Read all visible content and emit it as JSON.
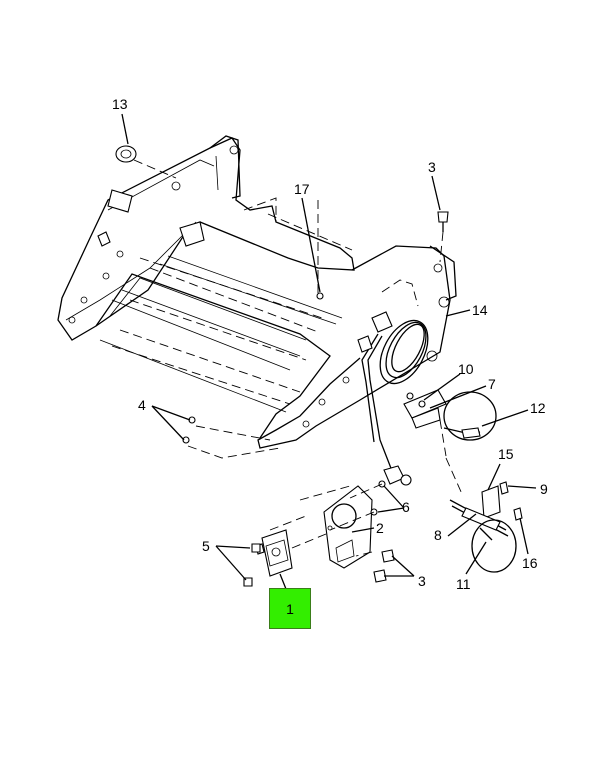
{
  "callouts": {
    "c1": "1",
    "c2": "2",
    "c3a": "3",
    "c3b": "3",
    "c4": "4",
    "c5": "5",
    "c6": "6",
    "c7": "7",
    "c8": "8",
    "c9": "9",
    "c10": "10",
    "c11": "11",
    "c12": "12",
    "c13": "13",
    "c14": "14",
    "c15": "15",
    "c16": "16",
    "c17": "17"
  },
  "highlight": {
    "label": "1",
    "color": "#33ee00"
  },
  "footer": {
    "left": "",
    "right": ""
  }
}
